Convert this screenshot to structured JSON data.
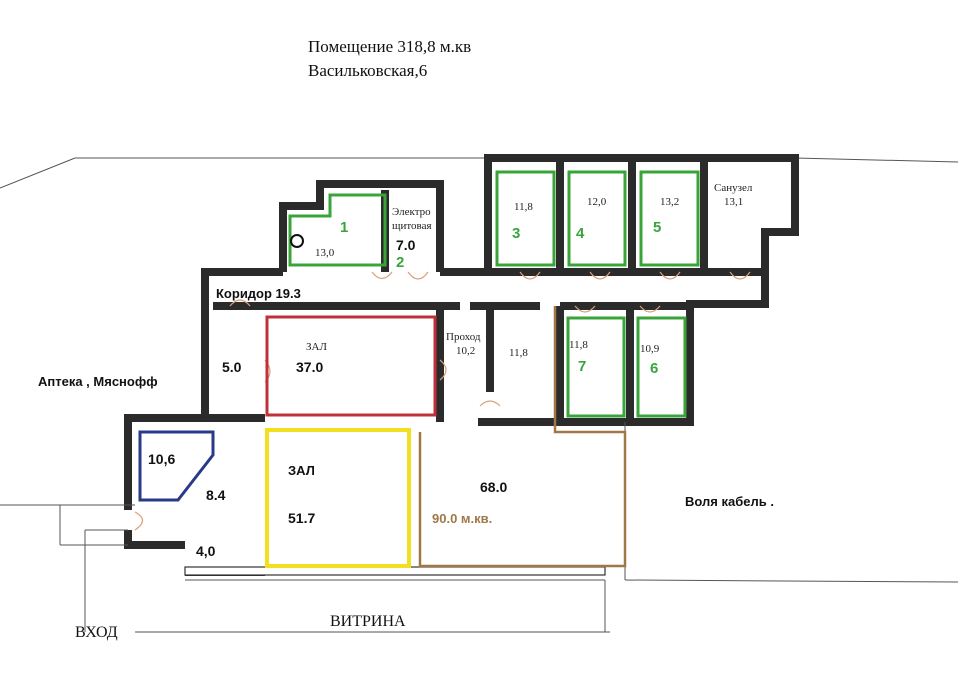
{
  "header": {
    "line1": "Помещение 318,8 м.кв",
    "line2": "Васильковская,6"
  },
  "rooms": {
    "room1": {
      "number": "1",
      "area": "13,0"
    },
    "electro": {
      "label_line1": "Электро",
      "label_line2": "щитовая",
      "area": "7.0",
      "number": "2"
    },
    "room3": {
      "area": "11,8",
      "number": "3"
    },
    "room4": {
      "area": "12,0",
      "number": "4"
    },
    "room5": {
      "area": "13,2",
      "number": "5"
    },
    "sanuzel": {
      "label": "Санузел",
      "area": "13,1"
    },
    "corridor": {
      "label": "Коридор 19.3"
    },
    "corridor_west": {
      "area": "5.0"
    },
    "hall_red": {
      "label": "ЗАЛ",
      "area": "37.0"
    },
    "passage": {
      "label": "Проход",
      "area": "10,2"
    },
    "room_mid": {
      "area": "11,8"
    },
    "room7": {
      "area": "11,8",
      "number": "7"
    },
    "room6": {
      "area": "10,9",
      "number": "6"
    },
    "room_blue": {
      "area": "10,6"
    },
    "lobby": {
      "area": "8.4"
    },
    "vestibule": {
      "area": "4,0"
    },
    "hall_yellow": {
      "label": "ЗАЛ",
      "area": "51.7"
    },
    "hall_brown": {
      "area": "68.0",
      "total": "90.0 м.кв."
    }
  },
  "neighbors": {
    "west": "Аптека , Мяснофф",
    "east": "Воля кабель ."
  },
  "bottom": {
    "entrance": "ВХОД",
    "showcase": "ВИТРИНА"
  },
  "colors": {
    "wall": "#2b2b2b",
    "green": "#3aa43a",
    "red": "#c0303a",
    "yellow": "#f2e020",
    "blue": "#2a3a8a",
    "brown": "#a07848"
  }
}
